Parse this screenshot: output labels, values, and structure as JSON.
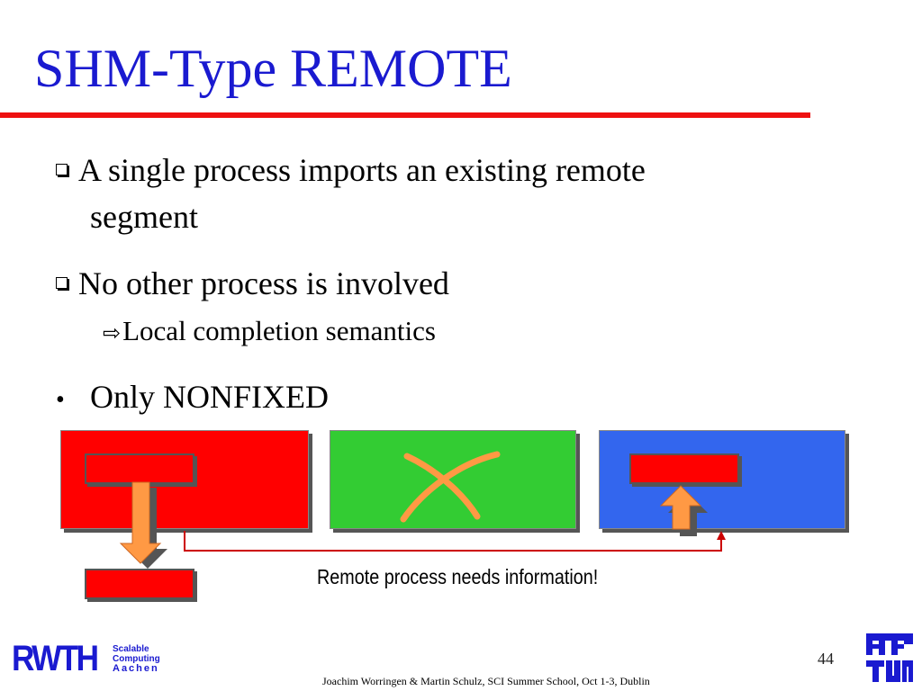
{
  "slide": {
    "title": "SHM-Type REMOTE",
    "bullets": [
      {
        "line1": "A single process imports an existing remote",
        "line2": "segment"
      },
      {
        "line1": "No other process is involved",
        "sub": "Local completion semantics"
      },
      {
        "line1": "Only NONFIXED"
      }
    ],
    "annotation": "Remote process needs information!",
    "page_number": "44",
    "footer": "Joachim Worringen & Martin Schulz, SCI Summer School, Oct 1-3, Dublin"
  },
  "logos": {
    "rwth_big": "RWTH",
    "rwth_l1": "Scalable",
    "rwth_l2": "Computing",
    "rwth_l3": "Aachen",
    "tum": "TUM"
  },
  "colors": {
    "title": "#1a1ad0",
    "rule": "#ee1111",
    "red_box": "#ff0000",
    "green_box": "#33cc33",
    "blue_box": "#3366ee",
    "arrow": "#ff9944"
  }
}
